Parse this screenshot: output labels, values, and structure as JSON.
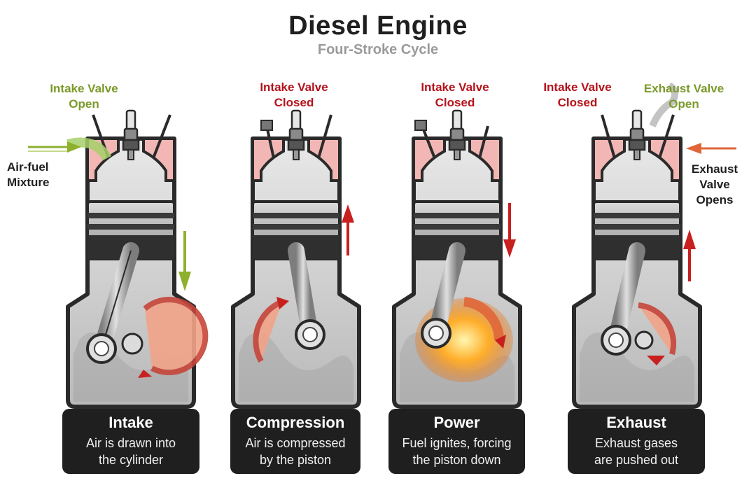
{
  "title": "Diesel Engine",
  "subtitle": "Four-Stroke Cycle",
  "colors": {
    "open_valve": "#7a9a2a",
    "closed_valve": "#b5121b",
    "card_bg": "#1f1f1f",
    "arrow_red": "#c81f1f",
    "arrow_green": "#8fb02e"
  },
  "labels": {
    "air_fuel": [
      "Air-fuel",
      "Mixture"
    ],
    "exhaust_opens": [
      "Exhaust",
      "Valve",
      "Opens"
    ]
  },
  "strokes": [
    {
      "name": "Intake",
      "description": [
        "Air is drawn into",
        "the cylinder"
      ],
      "valves": [
        {
          "text": [
            "Intake Valve",
            "Open"
          ],
          "state": "open"
        }
      ],
      "piston_direction": "down",
      "icon": "intake-cylinder-icon"
    },
    {
      "name": "Compression",
      "description": [
        "Air is compressed",
        "by the piston"
      ],
      "valves": [
        {
          "text": [
            "Intake Valve",
            "Closed"
          ],
          "state": "closed"
        }
      ],
      "piston_direction": "up",
      "icon": "compression-cylinder-icon"
    },
    {
      "name": "Power",
      "description": [
        "Fuel ignites, forcing",
        "the piston down"
      ],
      "valves": [
        {
          "text": [
            "Intake Valve",
            "Closed"
          ],
          "state": "closed"
        }
      ],
      "piston_direction": "down",
      "icon": "power-cylinder-icon"
    },
    {
      "name": "Exhaust",
      "description": [
        "Exhaust gases",
        "are pushed out"
      ],
      "valves": [
        {
          "text": [
            "Intake Valve",
            "Closed"
          ],
          "state": "closed"
        },
        {
          "text": [
            "Exhaust Valve",
            "Open"
          ],
          "state": "open"
        }
      ],
      "piston_direction": "up",
      "icon": "exhaust-cylinder-icon"
    }
  ]
}
